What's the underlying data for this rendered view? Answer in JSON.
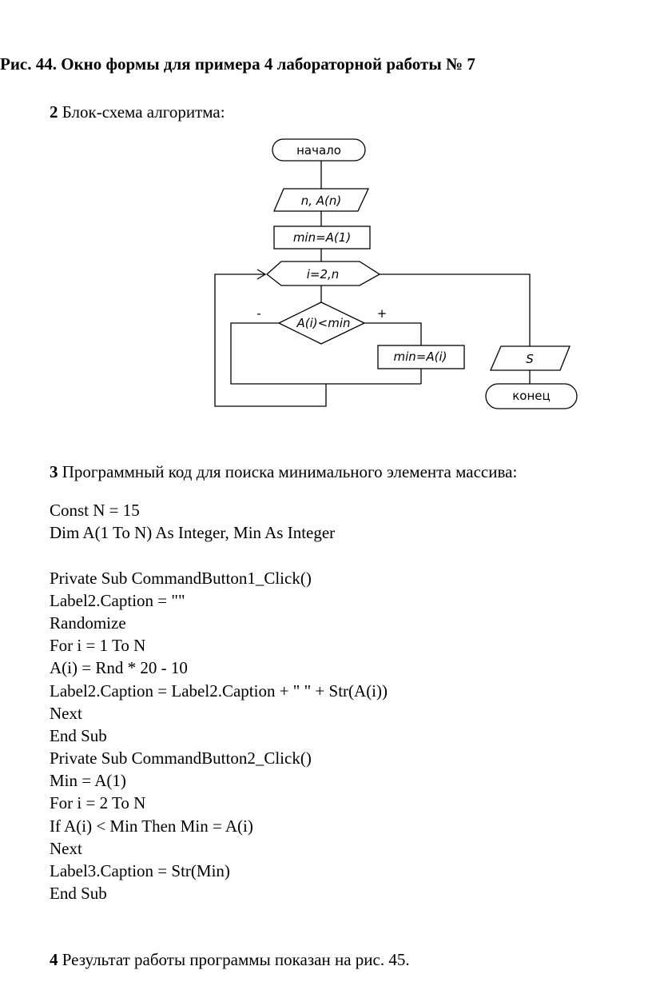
{
  "caption": "Рис. 44. Окно формы для примера 4 лабораторной работы № 7",
  "section2": {
    "number": "2",
    "text": " Блок-схема алгоритма:"
  },
  "flowchart": {
    "start": "начало",
    "input": "n, A(n)",
    "assign_init": "min=A(1)",
    "loop": "i=2,n",
    "condition": "A(i)<min",
    "branch_no": "-",
    "branch_yes": "+",
    "assign_update": "min=A(i)",
    "output": "S",
    "end": "конец"
  },
  "section3": {
    "number": "3",
    "text": " Программный код для поиска минимального элемента массива:"
  },
  "code_lines": [
    "Const N = 15",
    "Dim A(1 To N) As Integer, Min As Integer",
    "",
    "Private Sub CommandButton1_Click()",
    "Label2.Caption = \"\"",
    "Randomize",
    "For i = 1 To N",
    "A(i) = Rnd * 20 - 10",
    "Label2.Caption = Label2.Caption + \" \" + Str(A(i))",
    "Next",
    "End Sub",
    "Private Sub CommandButton2_Click()",
    "Min = A(1)",
    "For i = 2 To N",
    "If A(i) < Min Then Min = A(i)",
    "Next",
    "Label3.Caption = Str(Min)",
    "End Sub"
  ],
  "section4": {
    "number": "4",
    "text": " Результат работы программы показан на рис. 45."
  }
}
